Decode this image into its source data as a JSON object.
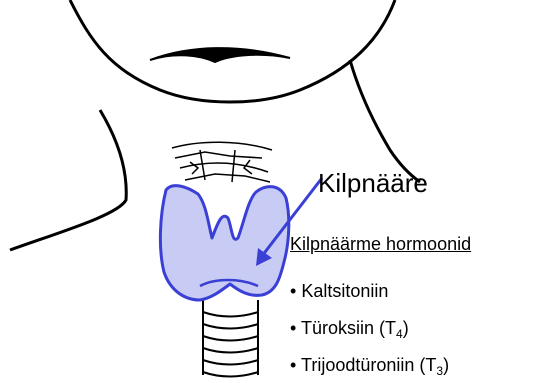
{
  "diagram": {
    "title_label": "Kilpnääre",
    "hormones_heading": "Kilpnäärme hormoonid",
    "hormones": [
      {
        "bullet": "•",
        "text": "Kaltsitoniin",
        "sub": "",
        "close": ""
      },
      {
        "bullet": "•",
        "text": "Türoksiin (T",
        "sub": "4",
        "close": ")"
      },
      {
        "bullet": "•",
        "text": "Trijoodtüroniin (T",
        "sub": "3",
        "close": ")"
      }
    ]
  },
  "colors": {
    "gland_fill": "#c8ccf4",
    "gland_stroke": "#3a3fd6",
    "arrow": "#3a3fd6",
    "line_art": "#000000"
  }
}
